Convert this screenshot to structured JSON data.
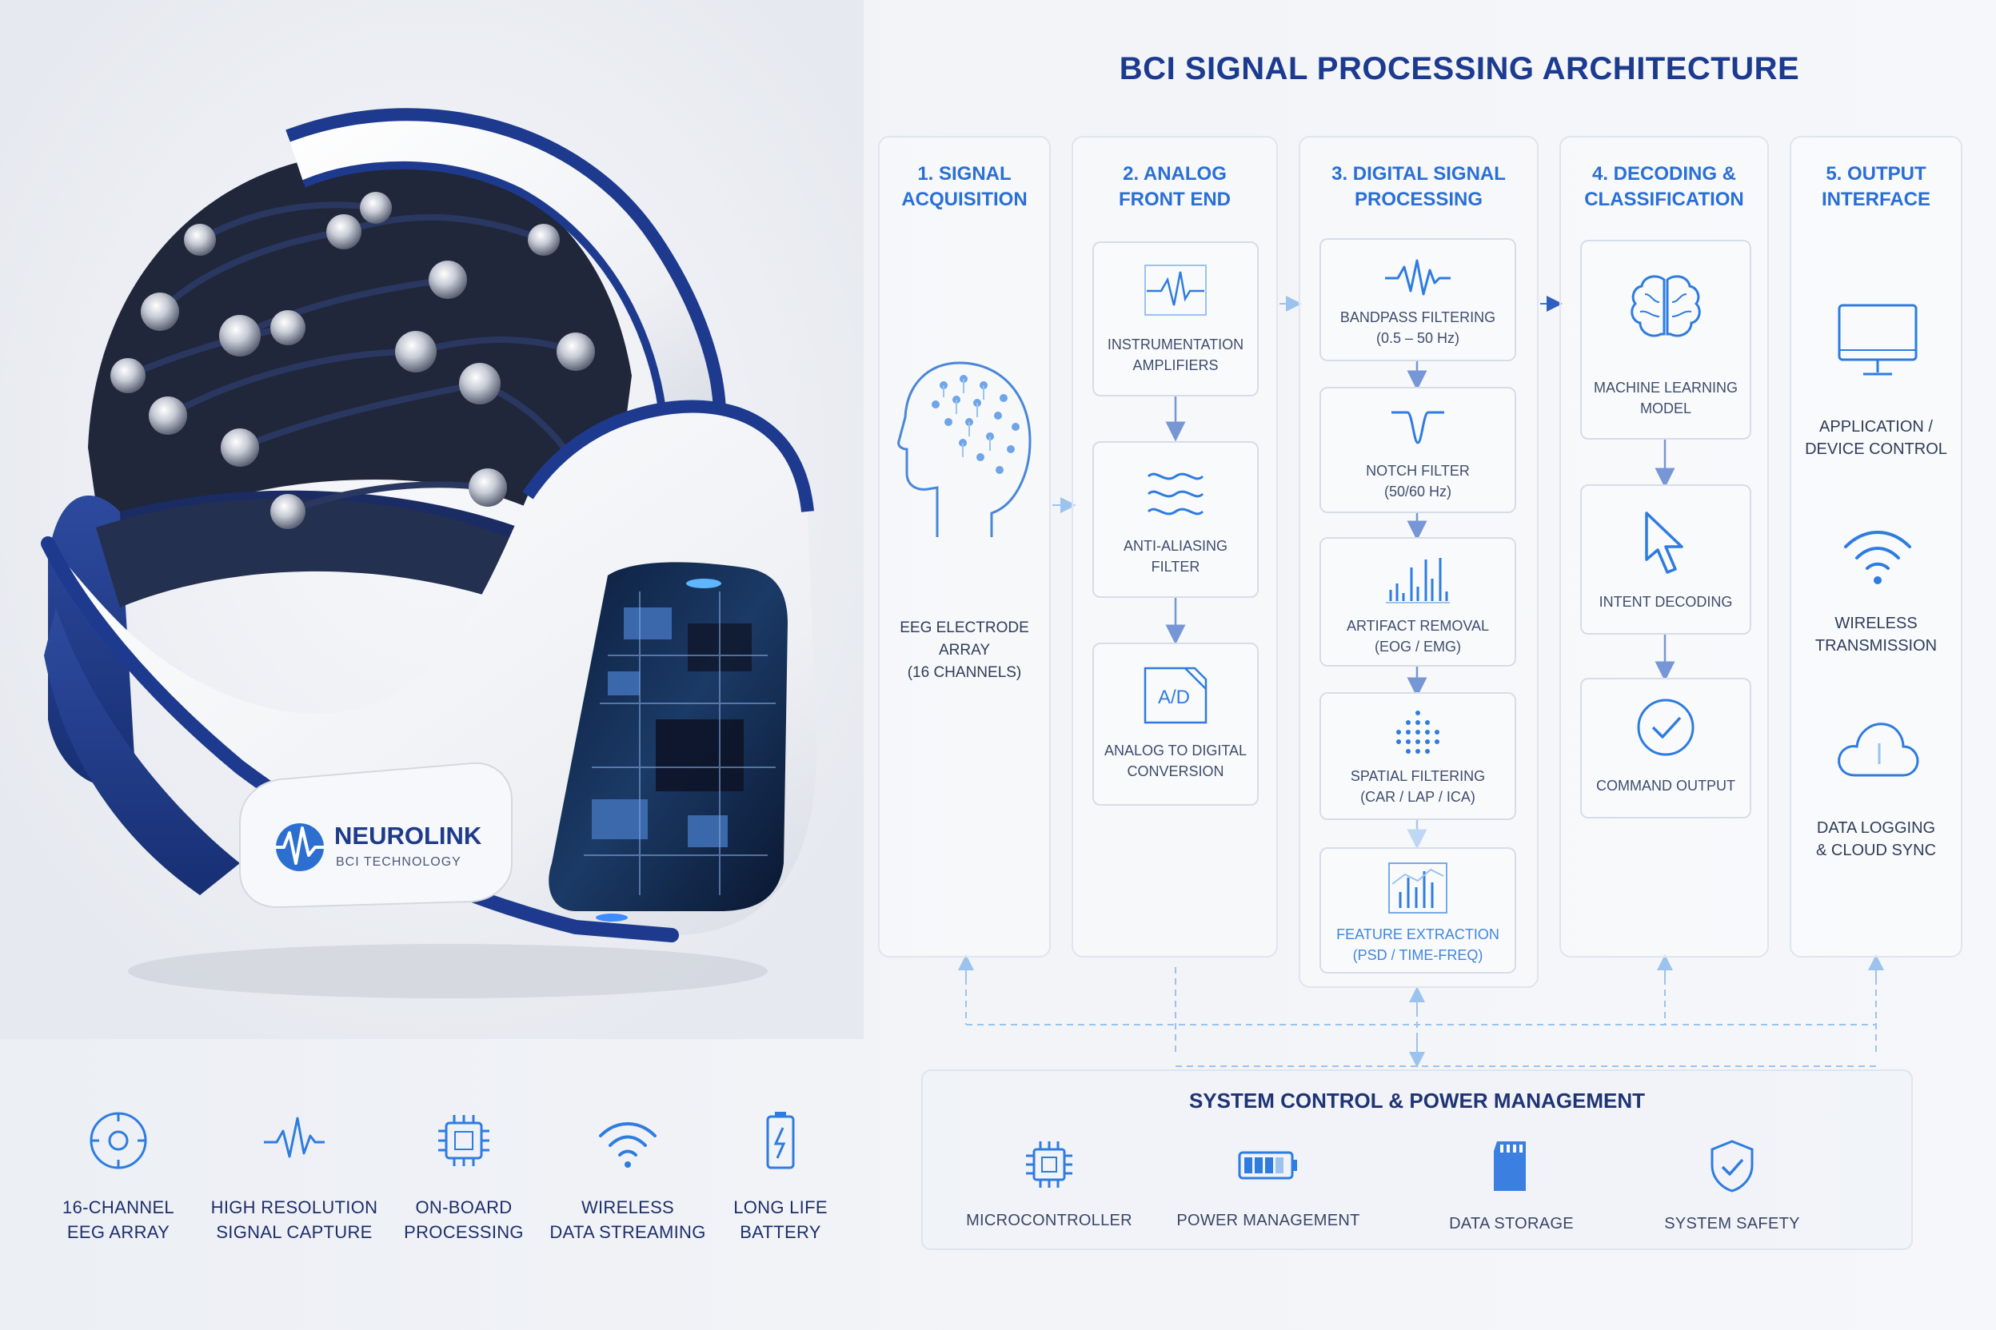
{
  "brand": {
    "name": "NEUROLINK",
    "tagline": "BCI TECHNOLOGY"
  },
  "features": [
    {
      "icon": "target-ring-icon",
      "line1": "16-CHANNEL",
      "line2": "EEG ARRAY"
    },
    {
      "icon": "waveform-icon",
      "line1": "HIGH RESOLUTION",
      "line2": "SIGNAL CAPTURE"
    },
    {
      "icon": "chip-icon",
      "line1": "ON-BOARD",
      "line2": "PROCESSING"
    },
    {
      "icon": "wifi-icon",
      "line1": "WIRELESS",
      "line2": "DATA STREAMING"
    },
    {
      "icon": "battery-icon",
      "line1": "LONG LIFE",
      "line2": "BATTERY"
    }
  ],
  "diagram": {
    "title": "BCI SIGNAL PROCESSING ARCHITECTURE",
    "columns": [
      {
        "line1": "1. SIGNAL",
        "line2": "ACQUISITION"
      },
      {
        "line1": "2. ANALOG",
        "line2": "FRONT END"
      },
      {
        "line1": "3. DIGITAL SIGNAL",
        "line2": "PROCESSING"
      },
      {
        "line1": "4. DECODING &",
        "line2": "CLASSIFICATION"
      },
      {
        "line1": "5. OUTPUT",
        "line2": "INTERFACE"
      }
    ],
    "acquisition": {
      "line1": "EEG ELECTRODE ARRAY",
      "line2": "(16 CHANNELS)"
    },
    "analog": [
      {
        "line1": "INSTRUMENTATION",
        "line2": "AMPLIFIERS"
      },
      {
        "line1": "ANTI-ALIASING",
        "line2": "FILTER"
      },
      {
        "badge": "A/D",
        "line1": "ANALOG TO DIGITAL",
        "line2": "CONVERSION"
      }
    ],
    "digital": [
      {
        "line1": "BANDPASS FILTERING",
        "line2": "(0.5 – 50 Hz)"
      },
      {
        "line1": "NOTCH FILTER",
        "line2": "(50/60 Hz)"
      },
      {
        "line1": "ARTIFACT REMOVAL",
        "line2": "(EOG / EMG)"
      },
      {
        "line1": "SPATIAL FILTERING",
        "line2": "(CAR / LAP / ICA)"
      },
      {
        "line1": "FEATURE EXTRACTION",
        "line2": "(PSD / TIME-FREQ)"
      }
    ],
    "decoding": [
      {
        "line1": "MACHINE LEARNING",
        "line2": "MODEL"
      },
      {
        "line1": "INTENT DECODING",
        "line2": ""
      },
      {
        "line1": "COMMAND OUTPUT",
        "line2": ""
      }
    ],
    "output": [
      {
        "line1": "APPLICATION /",
        "line2": "DEVICE CONTROL"
      },
      {
        "line1": "WIRELESS",
        "line2": "TRANSMISSION"
      },
      {
        "line1": "DATA LOGGING",
        "line2": "& CLOUD SYNC"
      }
    ],
    "system": {
      "title": "SYSTEM CONTROL & POWER MANAGEMENT",
      "items": [
        "MICROCONTROLLER",
        "POWER MANAGEMENT",
        "DATA STORAGE",
        "SYSTEM SAFETY"
      ]
    }
  },
  "colors": {
    "navy": "#1d3a8a",
    "accent": "#2e7ce0",
    "light_line": "#9cc3ee"
  }
}
